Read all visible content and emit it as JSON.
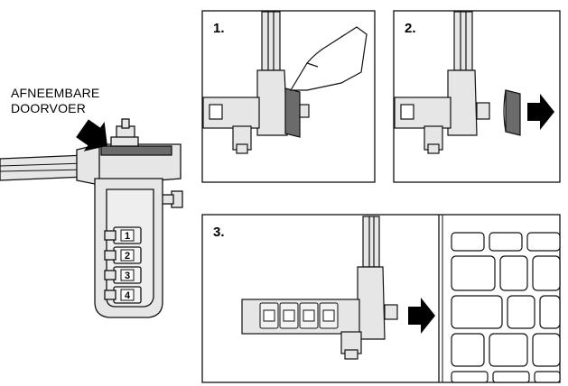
{
  "callout": {
    "line1": "AFNEEMBARE",
    "line2": "DOORVOER"
  },
  "steps": [
    {
      "number": "1."
    },
    {
      "number": "2."
    },
    {
      "number": "3."
    }
  ],
  "lock_digits": [
    "1",
    "2",
    "3",
    "4"
  ],
  "colors": {
    "stroke": "#111111",
    "metal": "#e6e6e6",
    "dark_fill": "#6b6b6b",
    "arrow": "#000000"
  }
}
